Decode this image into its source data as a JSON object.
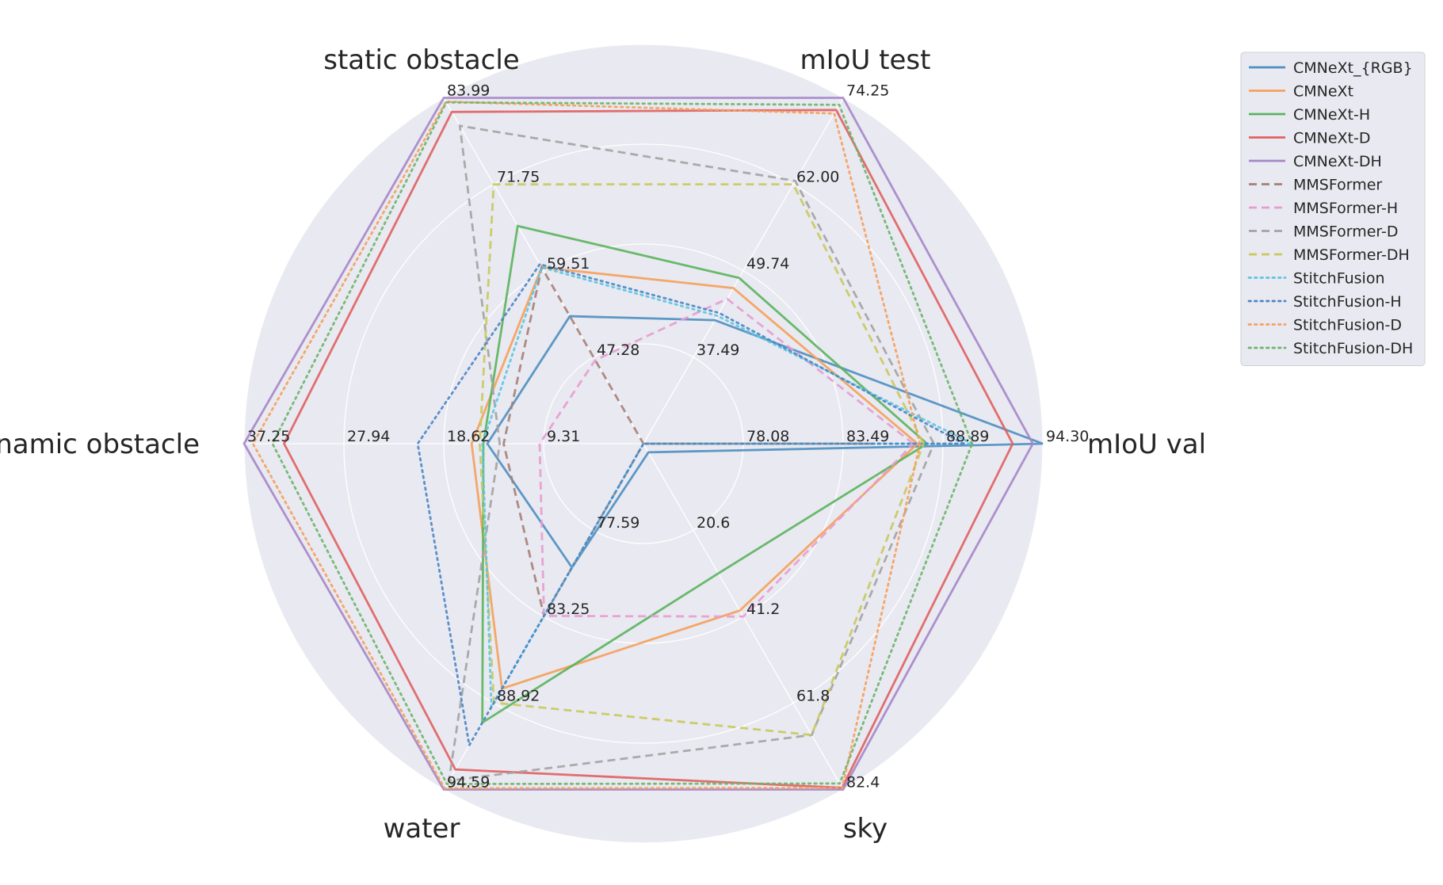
{
  "chart_data": {
    "type": "radar",
    "axes": [
      {
        "label": "mIoU val",
        "range": [
          72.67,
          94.3
        ],
        "ticks": [
          "78.08",
          "83.49",
          "88.89",
          "94.30"
        ]
      },
      {
        "label": "mIoU test",
        "range": [
          25.24,
          74.25
        ],
        "ticks": [
          "37.49",
          "49.74",
          "62.00",
          "74.25"
        ]
      },
      {
        "label": "static obstacle",
        "range": [
          35.06,
          83.99
        ],
        "ticks": [
          "47.28",
          "59.51",
          "71.75",
          "83.99"
        ]
      },
      {
        "label": "dynamic obstacle",
        "range": [
          0,
          37.25
        ],
        "ticks": [
          "9.31",
          "18.62",
          "27.94",
          "37.25"
        ]
      },
      {
        "label": "water",
        "range": [
          72.0,
          94.59
        ],
        "ticks": [
          "77.59",
          "83.25",
          "88.92",
          "94.59"
        ]
      },
      {
        "label": "sky",
        "range": [
          0,
          82.4
        ],
        "ticks": [
          "20.6",
          "41.2",
          "61.8",
          "82.4"
        ]
      }
    ],
    "series": [
      {
        "name": "CMNeXt_{RGB}",
        "color": "#4c8fc0",
        "dash": "solid",
        "values": [
          94.3,
          42.75,
          53.1,
          14.56,
          80.09,
          2.06
        ]
      },
      {
        "name": "CMNeXt",
        "color": "#f5a05a",
        "dash": "solid",
        "values": [
          87.51,
          47.29,
          60.0,
          16.02,
          88.0,
          39.76
        ]
      },
      {
        "name": "CMNeXt-H",
        "color": "#5ab45c",
        "dash": "solid",
        "values": [
          88.03,
          48.73,
          65.87,
          14.93,
          90.22,
          30.9
        ]
      },
      {
        "name": "CMNeXt-D",
        "color": "#e06060",
        "dash": "solid",
        "values": [
          92.67,
          72.53,
          82.0,
          33.52,
          93.28,
          81.99
        ]
      },
      {
        "name": "CMNeXt-DH",
        "color": "#a586c8",
        "dash": "solid",
        "values": [
          93.76,
          74.25,
          83.99,
          37.25,
          94.59,
          82.4
        ]
      },
      {
        "name": "MMSFormer",
        "color": "#a67f76",
        "dash": "dash",
        "values": [
          85.11,
          25.24,
          60.0,
          13.04,
          83.25,
          0.0
        ]
      },
      {
        "name": "MMSFormer-H",
        "color": "#e79cd0",
        "dash": "dash",
        "values": [
          87.29,
          45.77,
          46.88,
          9.68,
          83.25,
          41.2
        ]
      },
      {
        "name": "MMSFormer-D",
        "color": "#a3a3a3",
        "dash": "dash",
        "values": [
          88.4,
          62.49,
          80.04,
          13.41,
          94.01,
          69.42
        ]
      },
      {
        "name": "MMSFormer-DH",
        "color": "#c9c95c",
        "dash": "dash",
        "values": [
          87.84,
          62.0,
          71.75,
          15.27,
          88.92,
          69.42
        ]
      },
      {
        "name": "StitchFusion",
        "color": "#5bc6e0",
        "dash": "dot",
        "values": [
          90.47,
          43.36,
          60.0,
          15.02,
          89.2,
          0.0
        ]
      },
      {
        "name": "StitchFusion-H",
        "color": "#4b86c4",
        "dash": "dot",
        "values": [
          90.02,
          43.78,
          60.45,
          21.06,
          91.7,
          0.0
        ]
      },
      {
        "name": "StitchFusion-D",
        "color": "#f5a05a",
        "dash": "dot",
        "values": [
          87.65,
          72.04,
          83.45,
          36.42,
          94.51,
          82.0
        ]
      },
      {
        "name": "StitchFusion-DH",
        "color": "#6cb56a",
        "dash": "dot",
        "values": [
          90.47,
          73.27,
          83.35,
          34.6,
          94.23,
          80.97
        ]
      }
    ],
    "legend_position": "top-right",
    "grid": true,
    "background": "#e9e9f1"
  }
}
